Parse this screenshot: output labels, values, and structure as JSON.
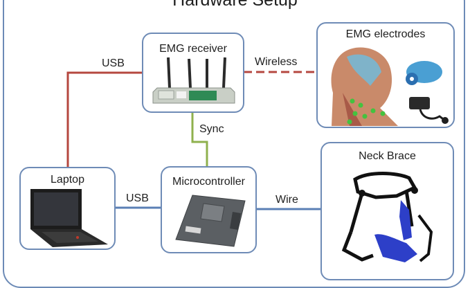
{
  "diagram": {
    "title": "Hardware Setup",
    "nodes": {
      "emg_receiver": {
        "label": "EMG receiver",
        "picture": "wireless-receiver-with-antennas"
      },
      "emg_electrodes": {
        "label": "EMG electrodes",
        "picture": "neck-muscles-with-electrode-sensors"
      },
      "laptop": {
        "label": "Laptop",
        "picture": "laptop"
      },
      "microcontroller": {
        "label": "Microcontroller",
        "picture": "microcontroller-board"
      },
      "neck_brace": {
        "label": "Neck Brace",
        "picture": "robotic-neck-brace"
      }
    },
    "connections": [
      {
        "from": "Laptop",
        "to": "EMG receiver",
        "label": "USB",
        "color": "#b5473f",
        "style": "solid"
      },
      {
        "from": "EMG receiver",
        "to": "EMG electrodes",
        "label": "Wireless",
        "color": "#b5473f",
        "style": "dashed"
      },
      {
        "from": "EMG receiver",
        "to": "Microcontroller",
        "label": "Sync",
        "color": "#8fb14d",
        "style": "solid"
      },
      {
        "from": "Laptop",
        "to": "Microcontroller",
        "label": "USB",
        "color": "#5a7fb5",
        "style": "solid"
      },
      {
        "from": "Microcontroller",
        "to": "Neck Brace",
        "label": "Wire",
        "color": "#5a7fb5",
        "style": "solid"
      }
    ]
  },
  "colors": {
    "frame": "#6c8ab6",
    "box_border": "#6e8bb6",
    "brace_blue": "#2d3fc8"
  }
}
